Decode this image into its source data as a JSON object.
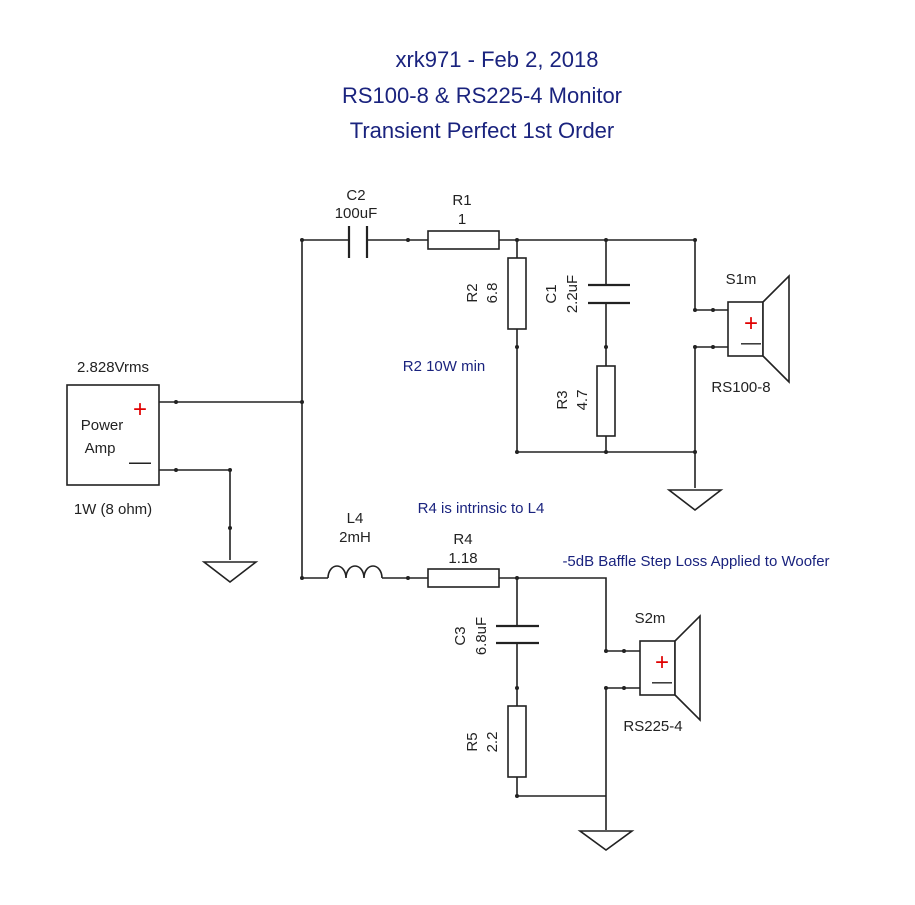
{
  "title": {
    "line1": "xrk971  -  Feb 2, 2018",
    "line2": "RS100-8 & RS225-4 Monitor",
    "line3": "Transient Perfect 1st Order"
  },
  "amp": {
    "voltage": "2.828Vrms",
    "name_line1": "Power",
    "name_line2": "Amp",
    "plus": "+",
    "minus": "—",
    "power": "1W (8 ohm)"
  },
  "components": {
    "c2": {
      "ref": "C2",
      "value": "100uF"
    },
    "r1": {
      "ref": "R1",
      "value": "1"
    },
    "r2": {
      "ref": "R2",
      "value": "6.8"
    },
    "c1": {
      "ref": "C1",
      "value": "2.2uF"
    },
    "r3": {
      "ref": "R3",
      "value": "4.7"
    },
    "l4": {
      "ref": "L4",
      "value": "2mH"
    },
    "r4": {
      "ref": "R4",
      "value": "1.18"
    },
    "c3": {
      "ref": "C3",
      "value": "6.8uF"
    },
    "r5": {
      "ref": "R5",
      "value": "2.2"
    }
  },
  "speakers": {
    "s1": {
      "ref": "S1m",
      "model": "RS100-8",
      "plus": "+",
      "minus": "—"
    },
    "s2": {
      "ref": "S2m",
      "model": "RS225-4",
      "plus": "+",
      "minus": "—"
    }
  },
  "notes": {
    "r2_power": "R2 10W min",
    "r4_note": "R4 is intrinsic to L4",
    "baffle_step": "-5dB Baffle Step Loss Applied to Woofer"
  },
  "colors": {
    "note_text": "#1a237e",
    "polarity_plus": "#e00000",
    "wire": "#222222"
  }
}
